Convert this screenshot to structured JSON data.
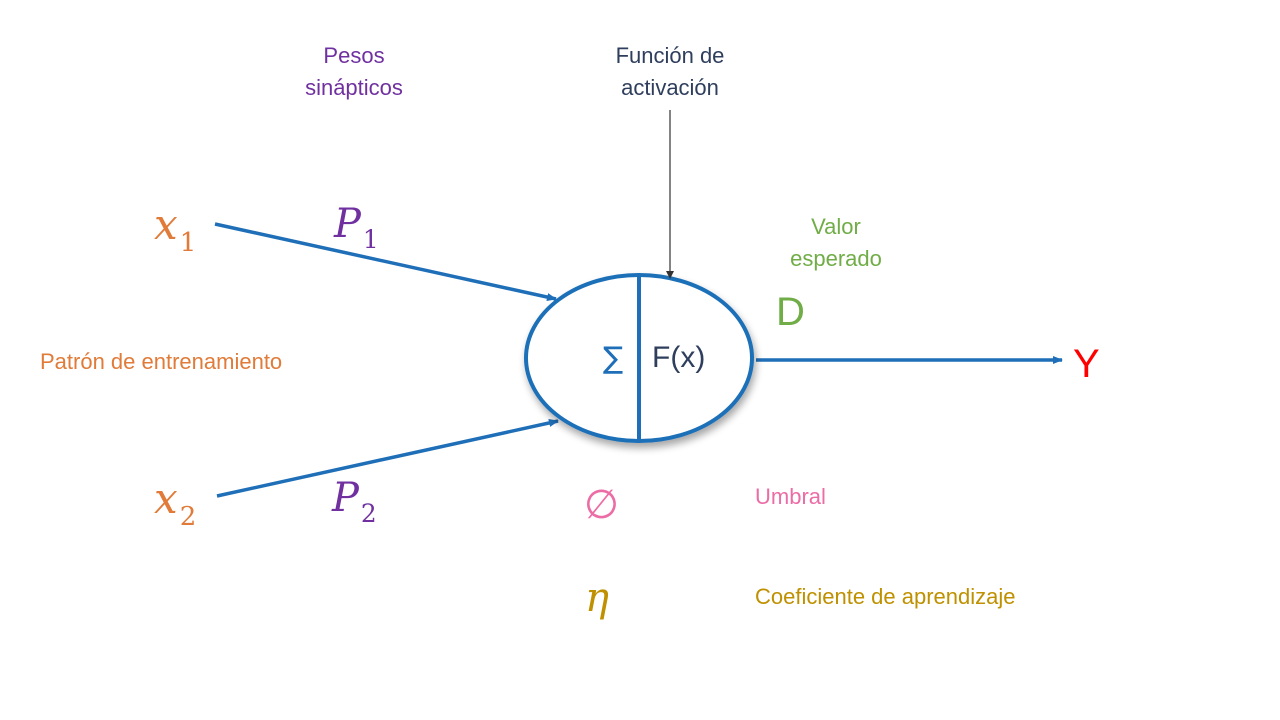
{
  "colors": {
    "line": "#1f6fb8",
    "input": "#e07b39",
    "weight": "#7030a0",
    "activation": "#2e3e5c",
    "expected": "#70ad47",
    "output": "#ff0000",
    "threshold": "#ec6ca6",
    "learning": "#bf9000"
  },
  "labels": {
    "weights_line1": "Pesos",
    "weights_line2": "sinápticos",
    "activation_line1": "Función de",
    "activation_line2": "activación",
    "training_pattern": "Patrón de entrenamiento",
    "expected_line1": "Valor",
    "expected_line2": "esperado",
    "threshold": "Umbral",
    "learning_rate": "Coeficiente de aprendizaje"
  },
  "symbols": {
    "x1_base": "x",
    "x1_sub": "1",
    "x2_base": "x",
    "x2_sub": "2",
    "p1_base": "P",
    "p1_sub": "1",
    "p2_base": "P",
    "p2_sub": "2",
    "sum": "∑",
    "activation_fn": "F(x)",
    "expected_symbol": "D",
    "output_symbol": "Y",
    "threshold_symbol": "∅",
    "learning_symbol": "η"
  }
}
